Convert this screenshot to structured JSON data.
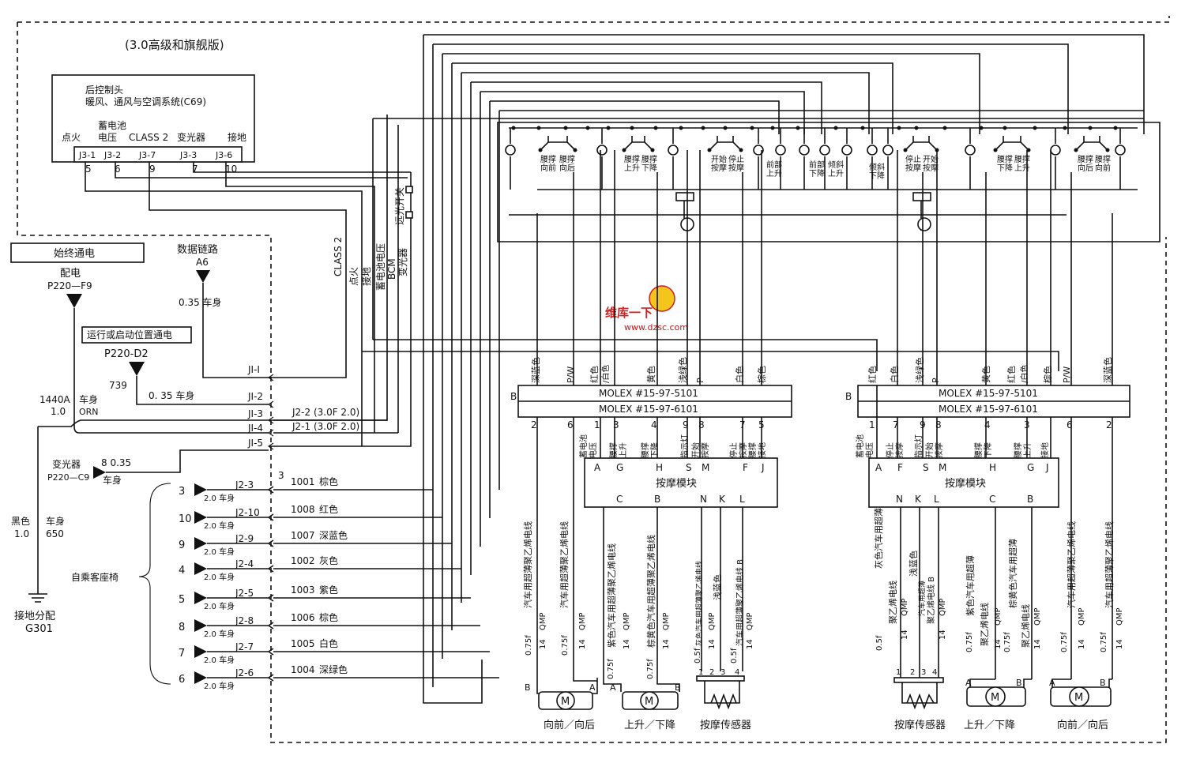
{
  "title": "(3.0高级和旗舰版)",
  "rear_control": {
    "line1": "后控制头",
    "line2": "暖风、通风与空调系统(C69)",
    "battery_1": "蓄电池",
    "battery_2": "电压",
    "labels": [
      "点火",
      "CLASS 2",
      "变光器",
      "接地"
    ],
    "pins": [
      "J3-1",
      "J3-2",
      "J3-7",
      "J3-3",
      "J3-6"
    ],
    "circuits": [
      "5",
      "6",
      "9",
      "7",
      "10"
    ]
  },
  "left": {
    "always_on": "始终通电",
    "power_dist": "配电",
    "p220_f9": "P220—F9",
    "data_link": "数据链路",
    "a6": "A6",
    "w035_body": "0.35 车身",
    "run_start": "运行或启动位置通电",
    "p220_d2": "P220-D2",
    "c739": "739",
    "w035_body2": "0. 35 车身",
    "c1440": "1440A",
    "body": "车身",
    "w10": "1.0",
    "orn": "ORN",
    "dimmer": "变光器",
    "p220_c9": "P220—C9",
    "dim_wire": "8 0.35",
    "dim_body": "车身",
    "black": "黑色",
    "body2": "车身",
    "w10b": "1.0",
    "c650": "650",
    "ground1": "接地分配",
    "ground2": "G301",
    "passenger_seat": "自乘客座椅"
  },
  "mid": {
    "class2_v": "CLASS 2",
    "ign_v": "点火",
    "gnd_v": "接地",
    "batt_v": "蓄电池电压",
    "bcm_v": "BCM",
    "dim_v": "变光器",
    "highbeam_v": "远光开关",
    "j1_pins": [
      "JI-I",
      "JI-2",
      "JI-3",
      "JI-4",
      "JI-5"
    ],
    "j22": "J2-2 (3.0F 2.0)",
    "j21": "J2-1 (3.0F 2.0)",
    "j2_label3": "3",
    "j2_rows": [
      {
        "num": "3",
        "pin": "J2-3",
        "code": "1001",
        "color": "棕色"
      },
      {
        "num": "10",
        "pin": "J2-10",
        "code": "1008",
        "color": "红色"
      },
      {
        "num": "9",
        "pin": "J2-9",
        "code": "1007",
        "color": "深蓝色"
      },
      {
        "num": "4",
        "pin": "J2-4",
        "code": "1002",
        "color": "灰色"
      },
      {
        "num": "5",
        "pin": "J2-5",
        "code": "1003",
        "color": "紫色"
      },
      {
        "num": "8",
        "pin": "J2-8",
        "code": "1006",
        "color": "棕色"
      },
      {
        "num": "7",
        "pin": "J2-7",
        "code": "1005",
        "color": "白色"
      },
      {
        "num": "6",
        "pin": "J2-6",
        "code": "1004",
        "color": "深绿色"
      }
    ],
    "gauge_body": "2.0 车身"
  },
  "switches": {
    "s1": [
      "腰撑",
      "向前",
      "腰撑",
      "向后"
    ],
    "s2": [
      "腰撑",
      "上升",
      "腰撑",
      "下降"
    ],
    "s3": [
      "开始",
      "按摩",
      "停止",
      "按摩"
    ],
    "s4": [
      "前部",
      "上升"
    ],
    "s5": [
      "前部",
      "下降"
    ],
    "s6": [
      "倾斜",
      "上升"
    ],
    "s7": [
      "倾斜",
      "下降"
    ],
    "s8": [
      "停止",
      "按摩",
      "开始",
      "按摩"
    ],
    "s9": [
      "腰撑",
      "下降",
      "腰撑",
      "上升"
    ],
    "s10": [
      "腰撑",
      "向后",
      "腰撑",
      "向前"
    ]
  },
  "watermark": {
    "cn": "维库一下",
    "url": "www.dzsc.com"
  },
  "modules": {
    "molex1": "MOLEX   #15-97-5101",
    "molex2": "MOLEX   #15-97-6101",
    "b": "B",
    "massage_module": "按摩模块",
    "left_top_colors": [
      "深蓝色",
      "P/W",
      "红色",
      "/白色",
      "黄色",
      "浅绿色",
      "P",
      "白色",
      "棕色"
    ],
    "left_pins": [
      "2",
      "6",
      "1",
      "3",
      "4",
      "9",
      "8",
      "7",
      "5"
    ],
    "left_func": [
      "蓄电池",
      "电压",
      "腰撑",
      "上升",
      "腰撑",
      "下降",
      "指示灯",
      "开始",
      "按摩",
      "停止",
      "按摩",
      "腰撑",
      "接地"
    ],
    "left_letters_top": [
      "A",
      "G",
      "H",
      "S",
      "M",
      "F",
      "J"
    ],
    "left_letters_bot": [
      "C",
      "B",
      "N",
      "K",
      "L"
    ],
    "right_top_colors": [
      "红色",
      "白色",
      "浅绿色",
      "P",
      "黄色",
      "红色",
      "/白色",
      "棕色",
      "P/W",
      "深蓝色"
    ],
    "right_pins": [
      "1",
      "7",
      "9",
      "8",
      "4",
      "3",
      "6",
      "2"
    ],
    "right_func": [
      "蓄电池",
      "电压",
      "停止",
      "按摩",
      "指示灯",
      "开始",
      "按摩",
      "腰撑",
      "下降",
      "腰撑",
      "上升",
      "接地"
    ],
    "right_letters_top": [
      "A",
      "F",
      "S",
      "M",
      "H",
      "G",
      "J"
    ],
    "right_letters_bot": [
      "N",
      "K",
      "L",
      "C",
      "B"
    ]
  },
  "wires": {
    "w_075": "0.75f",
    "w_05": "0.5f",
    "w_14": "14",
    "qmp": "QMP",
    "car_pe": "汽车用超薄聚乙烯电线",
    "purple_pe": "紫色汽车用超薄聚乙烯电线",
    "brownyellow_pe": "棕黄色汽车用超薄聚乙烯电线",
    "grey_pe": "灰色汽车用超薄聚乙烯电线",
    "lightblue": "浅蓝色",
    "car_pe_b": "汽车用超薄聚乙烯电线 B",
    "grey_car": "灰色汽车用超薄",
    "pe_wire": "聚乙烯电线",
    "lightblue2": "浅蓝色",
    "car_thin": "汽车用超薄",
    "pe_b": "聚乙烯电线 B",
    "purple_car_thin": "紫色汽车用超薄",
    "brownyellow_car_thin": "棕黄色汽车用超薄"
  },
  "bottom": {
    "m": "M",
    "fwd_back": "向前／向后",
    "up_down": "上升／下降",
    "sensor": "按摩传感器",
    "a": "A",
    "b": "B",
    "pins4": [
      "1",
      "2",
      "3",
      "4"
    ]
  }
}
